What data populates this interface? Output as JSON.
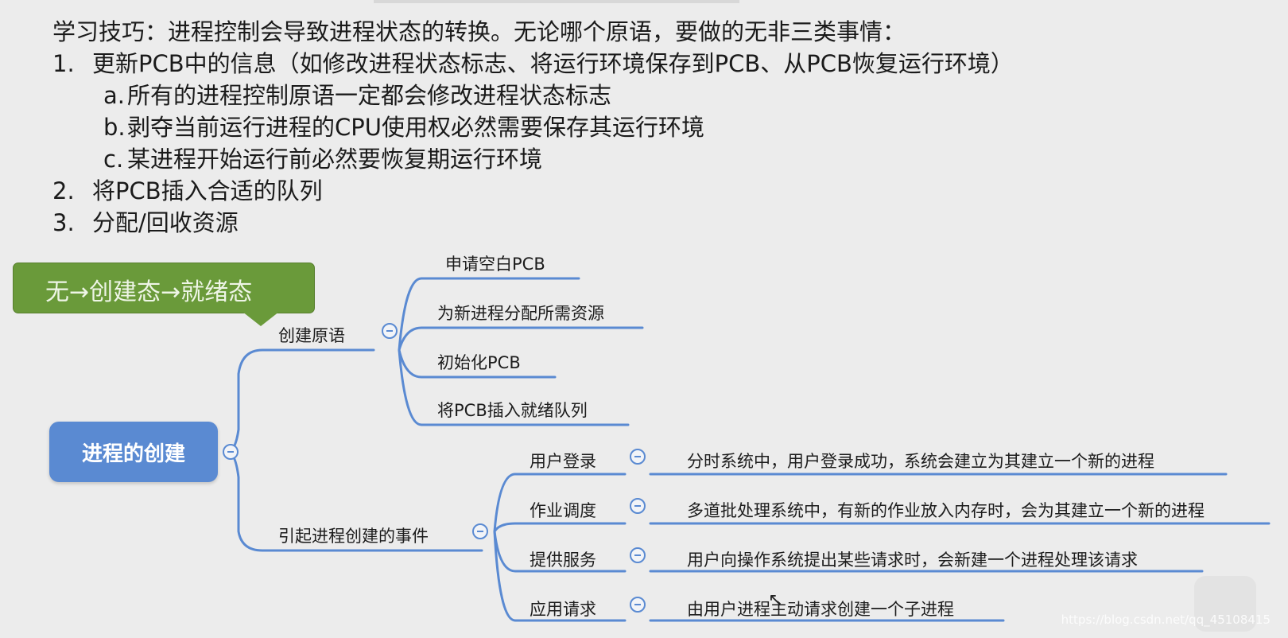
{
  "notes": {
    "heading": "学习技巧：进程控制会导致进程状态的转换。无论哪个原语，要做的无非三类事情：",
    "item1_num": "1.",
    "item1": "更新PCB中的信息（如修改进程状态标志、将运行环境保存到PCB、从PCB恢复运行环境）",
    "sub_a_letter": "a.",
    "sub_a": "所有的进程控制原语一定都会修改进程状态标志",
    "sub_b_letter": "b.",
    "sub_b": "剥夺当前运行进程的CPU使用权必然需要保存其运行环境",
    "sub_c_letter": "c.",
    "sub_c": "某进程开始运行前必然要恢复期运行环境",
    "item2_num": "2.",
    "item2": "将PCB插入合适的队列",
    "item3_num": "3.",
    "item3": "分配/回收资源"
  },
  "callout": "无→创建态→就绪态",
  "mindmap": {
    "root": "进程的创建",
    "branch1": {
      "label": "创建原语",
      "children": [
        "申请空白PCB",
        "为新进程分配所需资源",
        "初始化PCB",
        "将PCB插入就绪队列"
      ]
    },
    "branch2": {
      "label": "引起进程创建的事件",
      "events": [
        {
          "label": "用户登录",
          "detail": "分时系统中，用户登录成功，系统会建立为其建立一个新的进程"
        },
        {
          "label": "作业调度",
          "detail": "多道批处理系统中，有新的作业放入内存时，会为其建立一个新的进程"
        },
        {
          "label": "提供服务",
          "detail": "用户向操作系统提出某些请求时，会新建一个进程处理该请求"
        },
        {
          "label": "应用请求",
          "detail": "由用户进程主动请求创建一个子进程"
        }
      ]
    }
  },
  "colors": {
    "branch_line": "#5a8ad2",
    "root_fill": "#5a8ad2",
    "callout_fill": "#6a9a3a"
  },
  "watermark": "https://blog.csdn.net/qq_45108415"
}
